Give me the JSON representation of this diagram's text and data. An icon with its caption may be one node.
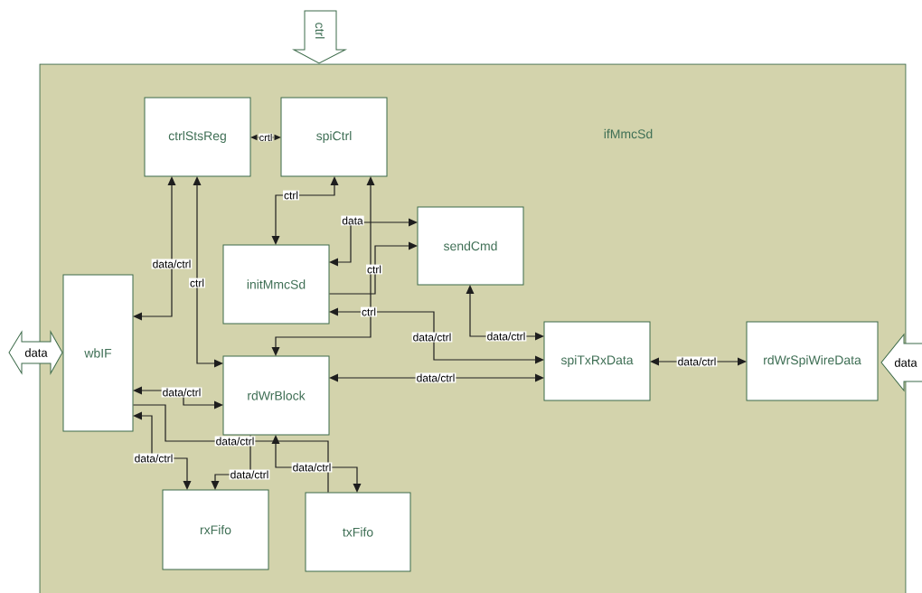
{
  "diagram": {
    "nodes": [
      {
        "text": [
          "ifMmcSd"
        ]
      },
      {
        "text": [
          "ctrlStsReg"
        ],
        "in": 0
      },
      {
        "text": [
          "spiCtrl"
        ],
        "in": 0
      },
      {
        "text": [
          "sendCmd"
        ],
        "in": 0
      },
      {
        "text": [
          "initMmcSd"
        ],
        "in": 0
      },
      {
        "text": [
          "wbIF"
        ],
        "in": 0
      },
      {
        "text": [
          "rdWrBlock"
        ],
        "in": 0
      },
      {
        "text": [
          "spiTxRxData"
        ],
        "in": 0
      },
      {
        "text": [
          "rdWrSpiWireData"
        ],
        "in": 0
      },
      {
        "text": [
          "rxFifo"
        ],
        "in": 0
      },
      {
        "text": [
          "txFifo"
        ],
        "in": 0
      },
      {
        "text": [
          "ctrl"
        ]
      },
      {
        "text": [
          "data"
        ]
      },
      {
        "text": [
          "data"
        ]
      }
    ],
    "edges": [
      {
        "from": 1,
        "to": 2,
        "arrow": "both",
        "label": "crtl"
      },
      {
        "from": 5,
        "to": 1,
        "arrow": "both",
        "label": "data/ctrl"
      },
      {
        "from": 1,
        "to": 6,
        "arrow": "both",
        "label": "ctrl"
      },
      {
        "from": 2,
        "to": 4,
        "arrow": "both",
        "label": "ctrl"
      },
      {
        "from": 2,
        "to": 6,
        "arrow": "both"
      },
      {
        "from": 4,
        "to": 3,
        "arrow": "both",
        "label": "data"
      },
      {
        "from": 4,
        "to": 3,
        "arrow": "to",
        "label": "ctrl"
      },
      {
        "from": 7,
        "to": 4,
        "arrow": "both",
        "label": "ctrl"
      },
      {
        "from": 3,
        "to": 7,
        "arrow": "both",
        "label": "data/ctrl"
      },
      {
        "from": 6,
        "to": 7,
        "arrow": "both",
        "label": "data/ctrl"
      },
      {
        "from": 7,
        "to": 8,
        "arrow": "both",
        "label": "data/ctrl"
      },
      {
        "from": 5,
        "to": 6,
        "arrow": "both",
        "label": "data/ctrl"
      },
      {
        "from": 5,
        "to": 9,
        "arrow": "both",
        "label": "data/ctrl"
      },
      {
        "from": 5,
        "to": 10,
        "arrow": "none",
        "label": "data/ctrl"
      },
      {
        "from": 9,
        "to": 6,
        "arrow": "both",
        "label": "data/ctrl"
      },
      {
        "from": 6,
        "to": 10,
        "arrow": "both",
        "label": "data/ctrl"
      }
    ],
    "labels": [
      "data/ctrl"
    ]
  }
}
